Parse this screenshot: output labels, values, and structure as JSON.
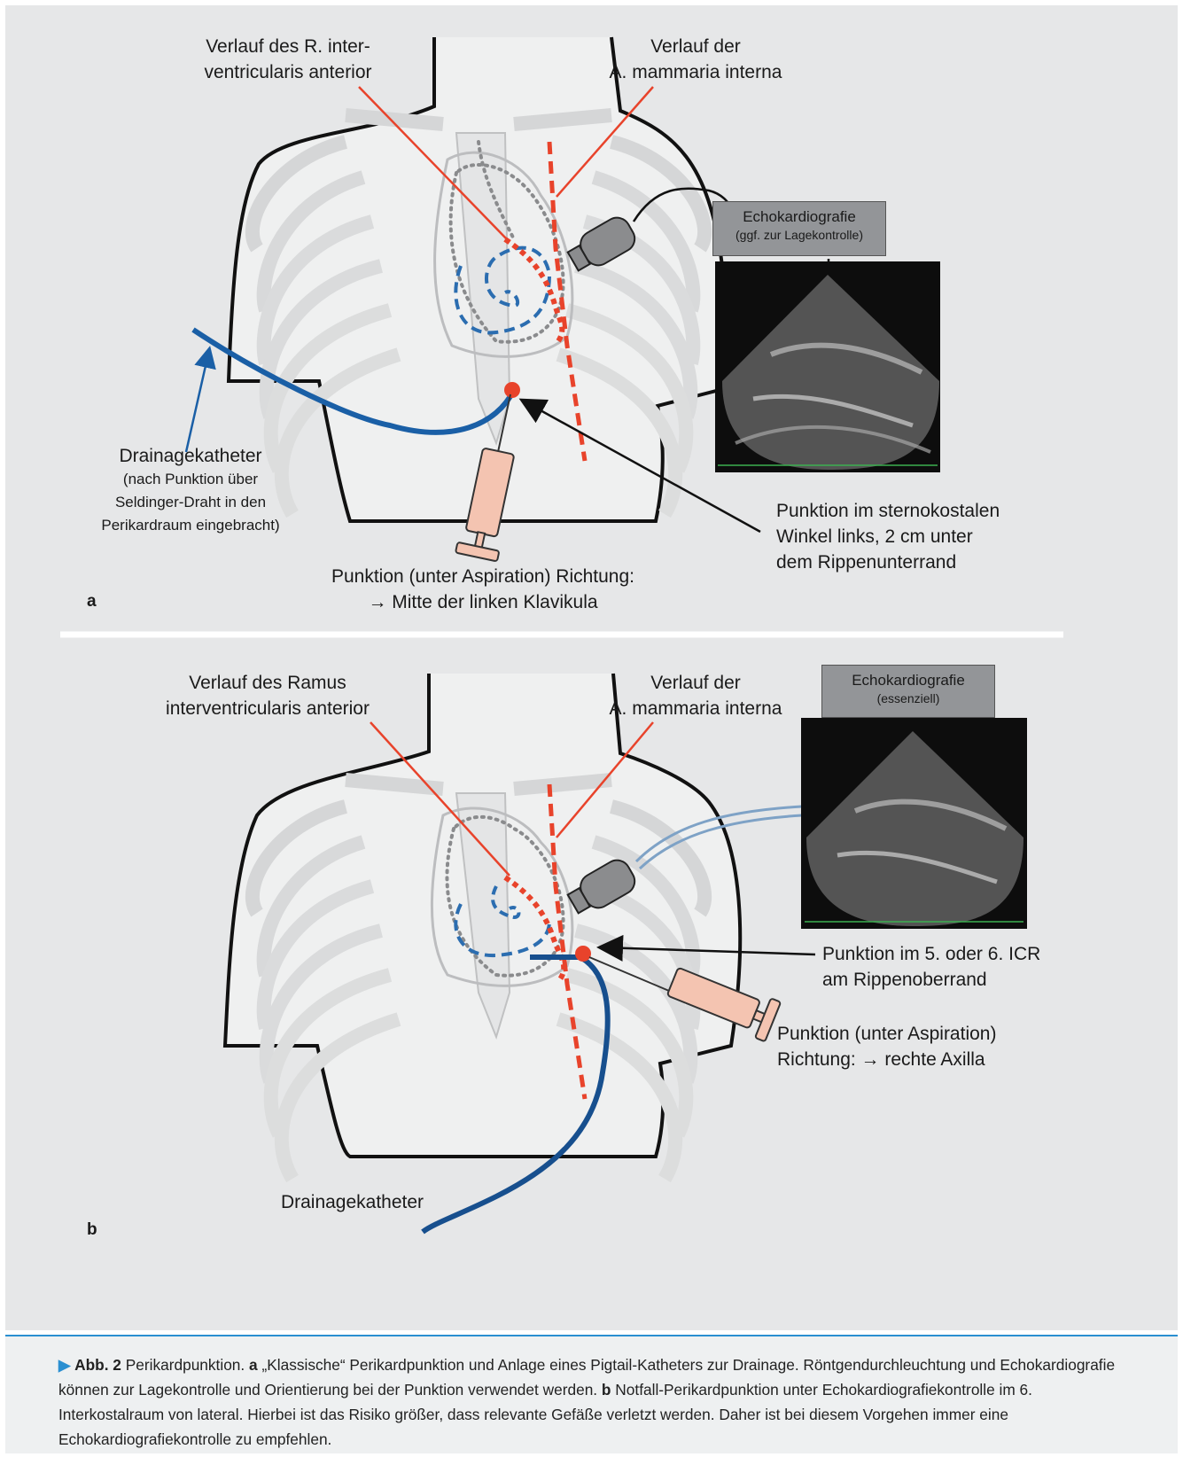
{
  "panel_a": {
    "letter": "a",
    "label_lad": [
      "Verlauf des R. inter-",
      "ventricularis anterior"
    ],
    "label_mammaria": [
      "Verlauf der",
      "A. mammaria interna"
    ],
    "echo_title": "Echokardiografie",
    "echo_sub": "(ggf. zur Lagekontrolle)",
    "drain_title": "Drainagekatheter",
    "drain_sub": [
      "(nach Punktion über",
      "Seldinger-Draht in den",
      "Perikardraum eingebracht)"
    ],
    "punktion_site": [
      "Punktion im sternokostalen",
      "Winkel links, 2 cm unter",
      "dem Rippenunterrand"
    ],
    "punktion_dir": [
      "Punktion (unter Aspiration) Richtung:",
      "→ Mitte der linken Klavikula"
    ]
  },
  "panel_b": {
    "letter": "b",
    "label_lad": [
      "Verlauf des Ramus",
      "interventricularis anterior"
    ],
    "label_mammaria": [
      "Verlauf der",
      "A. mammaria interna"
    ],
    "echo_title": "Echokardiografie",
    "echo_sub": "(essenziell)",
    "punktion_site": [
      "Punktion im 5. oder 6. ICR",
      "am Rippenoberrand"
    ],
    "punktion_dir": [
      "Punktion (unter Aspiration)",
      "Richtung: → rechte Axilla"
    ],
    "drain_title": "Drainagekatheter"
  },
  "caption": {
    "marker": "▶",
    "abb": "Abb. 2",
    "title": "Perikardpunktion.",
    "a_letter": "a",
    "a_text": "„Klassische“ Perikardpunktion und Anlage eines Pigtail-Katheters zur Drainage. Röntgendurchleuchtung und Echokardiografie können zur Lagekontrolle und Orientierung bei der Punktion verwendet werden.",
    "b_letter": "b",
    "b_text": "Notfall-Perikardpunktion unter Echokardiografiekontrolle im 6. Interkostalraum von lateral. Hierbei ist das Risiko größer, dass relevante Gefäße verletzt werden. Daher ist bei diesem Vorgehen immer eine Echokardiografiekontrolle zu empfehlen."
  },
  "colors": {
    "background": "#e6e7e8",
    "lad_red": "#e8432b",
    "catheter_blue": "#1a5fa6",
    "heart_blue_dash": "#2b6db0",
    "caption_accent": "#2a8fd1"
  }
}
